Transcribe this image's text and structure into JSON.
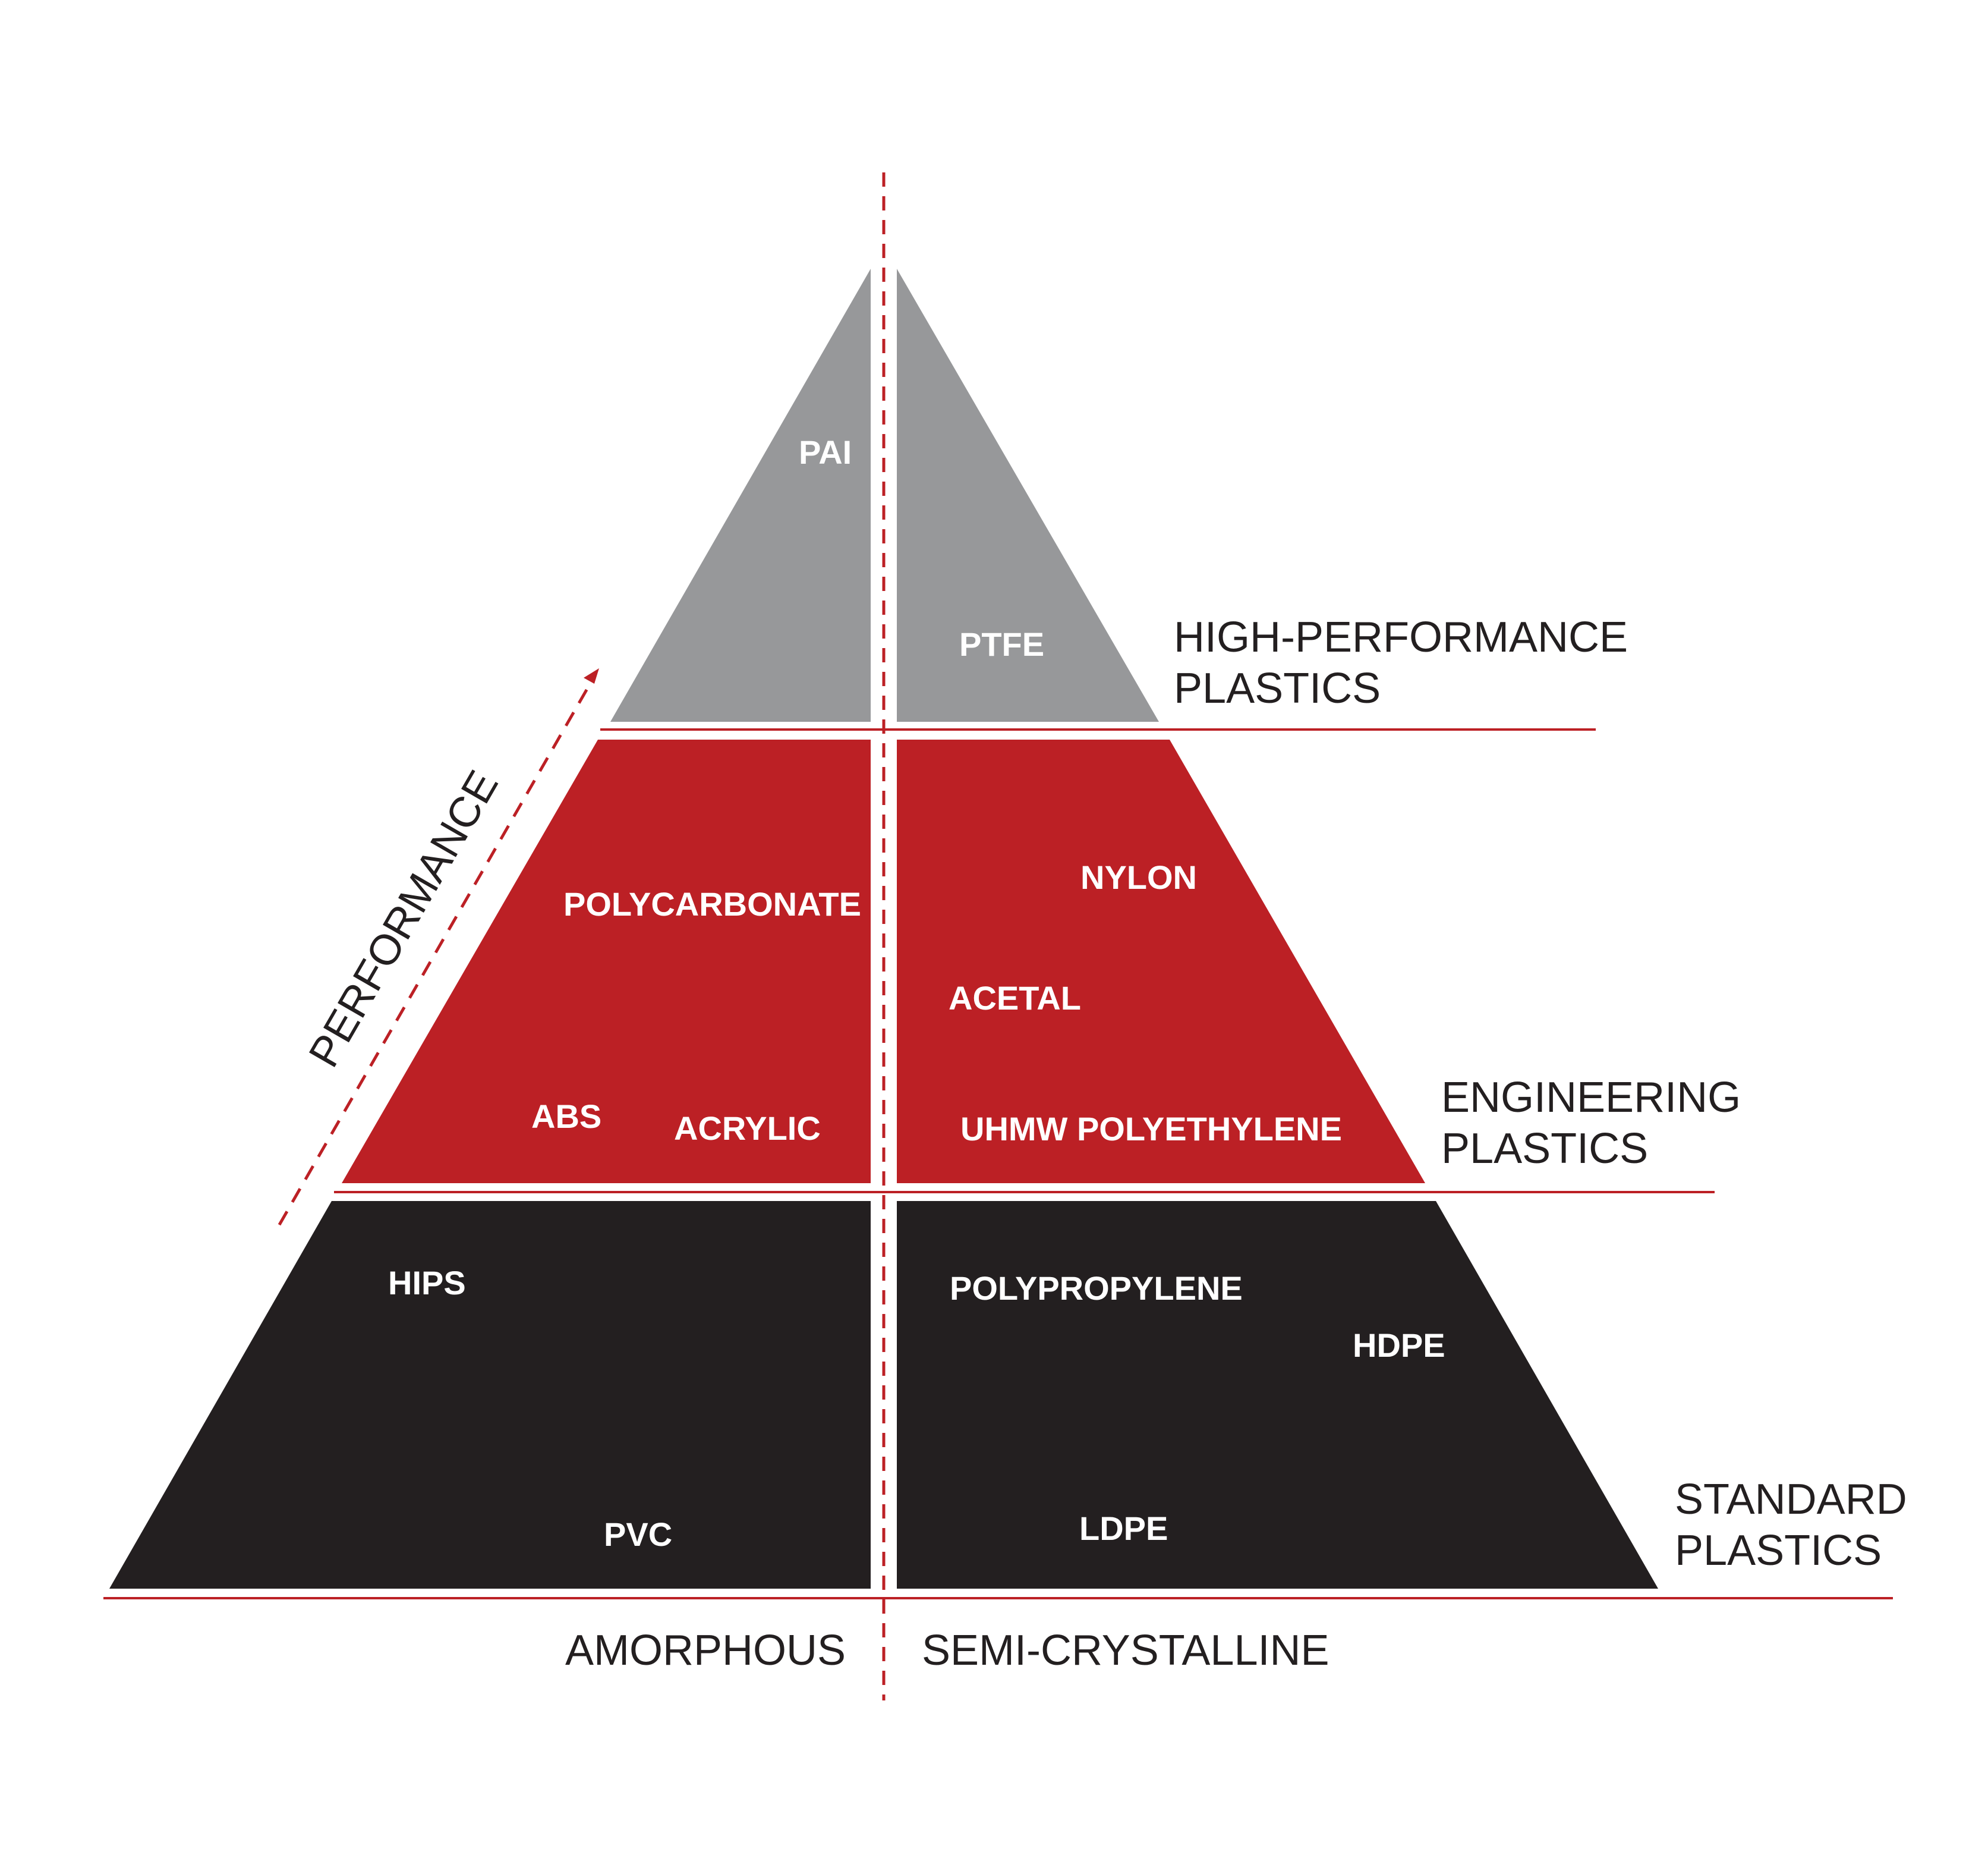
{
  "tiers": [
    {
      "name": "high-performance",
      "label_lines": [
        "HIGH-PERFORMANCE",
        "PLASTICS"
      ],
      "color": "#97989a",
      "materials": [
        "PAI",
        "PTFE"
      ]
    },
    {
      "name": "engineering",
      "label_lines": [
        "ENGINEERING",
        "PLASTICS"
      ],
      "color": "#bc2025",
      "materials": [
        "POLYCARBONATE",
        "ABS",
        "ACRYLIC",
        "NYLON",
        "ACETAL",
        "UHMW POLYETHYLENE"
      ]
    },
    {
      "name": "standard",
      "label_lines": [
        "STANDARD",
        "PLASTICS"
      ],
      "color": "#231f20",
      "materials": [
        "HIPS",
        "PVC",
        "POLYPROPYLENE",
        "HDPE",
        "LDPE"
      ]
    }
  ],
  "axis": {
    "left": "AMORPHOUS",
    "right": "SEMI-CRYSTALLINE",
    "arrow_label": "PERFORMANCE"
  },
  "colors": {
    "accent_red": "#bc2025",
    "line_red": "#bc2025",
    "text_dark": "#231f20"
  }
}
